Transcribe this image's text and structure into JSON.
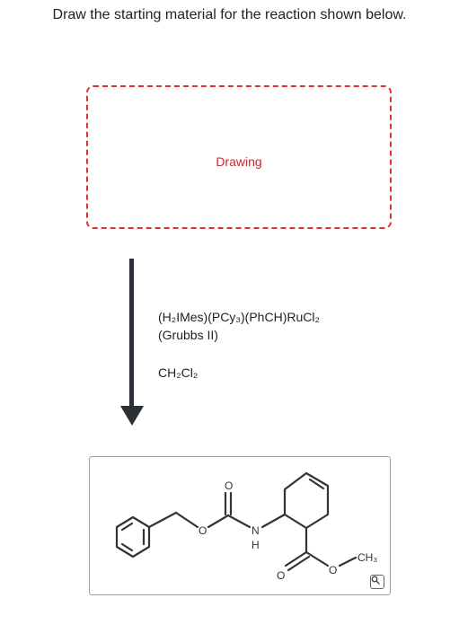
{
  "question": {
    "text": "Draw the starting material for the reaction shown below."
  },
  "drawing_area": {
    "label": "Drawing",
    "border_color": "#e03131"
  },
  "reagents": {
    "catalyst": "(H₂IMes)(PCy₃)(PhCH)RuCl₂",
    "catalyst_name": "(Grubbs II)",
    "solvent": "CH₂Cl₂"
  },
  "product": {
    "atoms": {
      "ester_o": "O",
      "carbonyl_o1": "O",
      "nitrogen": "N",
      "hydrogen": "H",
      "carbonyl_o2": "O",
      "ester_o2": "O",
      "methyl": "CH₃"
    }
  },
  "icons": {
    "zoom": "magnifier-icon"
  }
}
